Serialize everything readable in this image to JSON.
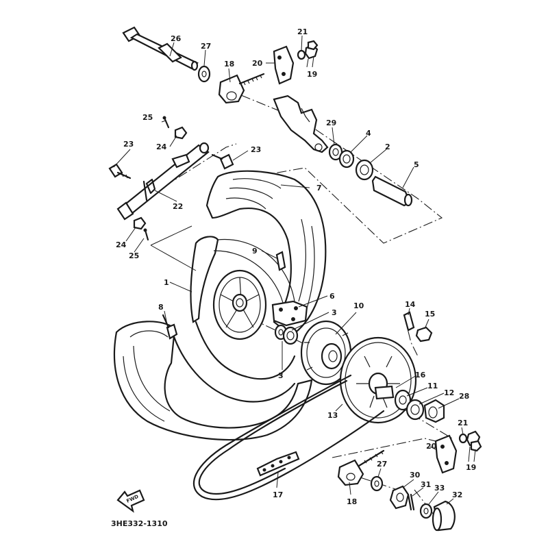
{
  "diagram": {
    "part_code": "3HE332-1310",
    "direction_arrow_label": "FWD",
    "callouts": {
      "n1": "1",
      "n2": "2",
      "n3a": "3",
      "n3b": "3",
      "n4": "4",
      "n5": "5",
      "n6": "6",
      "n7": "7",
      "n8": "8",
      "n9": "9",
      "n10": "10",
      "n11": "11",
      "n12": "12",
      "n13": "13",
      "n14": "14",
      "n15": "15",
      "n16": "16",
      "n17": "17",
      "n18a": "18",
      "n18b": "18",
      "n19a": "19",
      "n19b": "19",
      "n20a": "20",
      "n20b": "20",
      "n21a": "21",
      "n21b": "21",
      "n22": "22",
      "n23a": "23",
      "n23b": "23",
      "n24a": "24",
      "n24b": "24",
      "n25a": "25",
      "n25b": "25",
      "n26": "26",
      "n27a": "27",
      "n27b": "27",
      "n28": "28",
      "n29": "29",
      "n30": "30",
      "n31": "31",
      "n32": "32",
      "n33": "33"
    }
  }
}
